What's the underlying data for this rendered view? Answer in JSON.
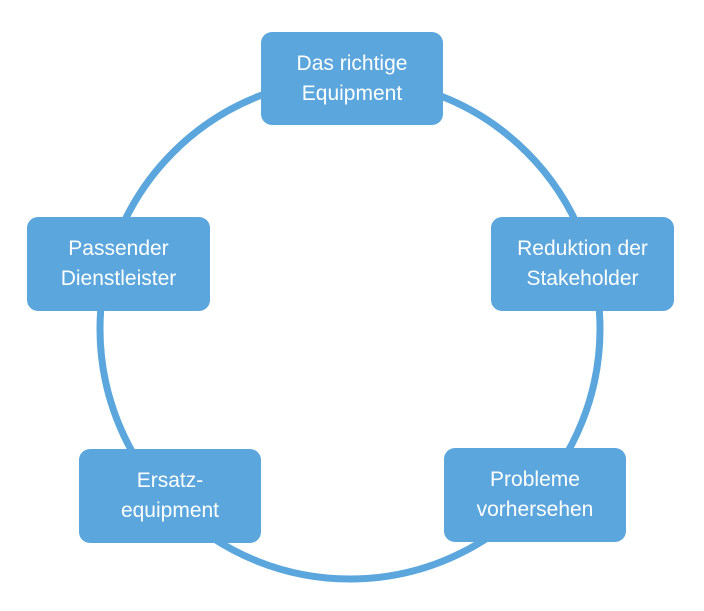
{
  "diagram": {
    "type": "cycle",
    "ring_color": "#5aa6dd",
    "node_color": "#5aa6dd",
    "text_color": "#ffffff",
    "nodes": [
      {
        "line1": "Das richtige",
        "line2": "Equipment"
      },
      {
        "line1": "Reduktion der",
        "line2": "Stakeholder"
      },
      {
        "line1": "Probleme",
        "line2": "vorhersehen"
      },
      {
        "line1": "Ersatz-",
        "line2": "equipment"
      },
      {
        "line1": "Passender",
        "line2": "Dienstleister"
      }
    ]
  }
}
